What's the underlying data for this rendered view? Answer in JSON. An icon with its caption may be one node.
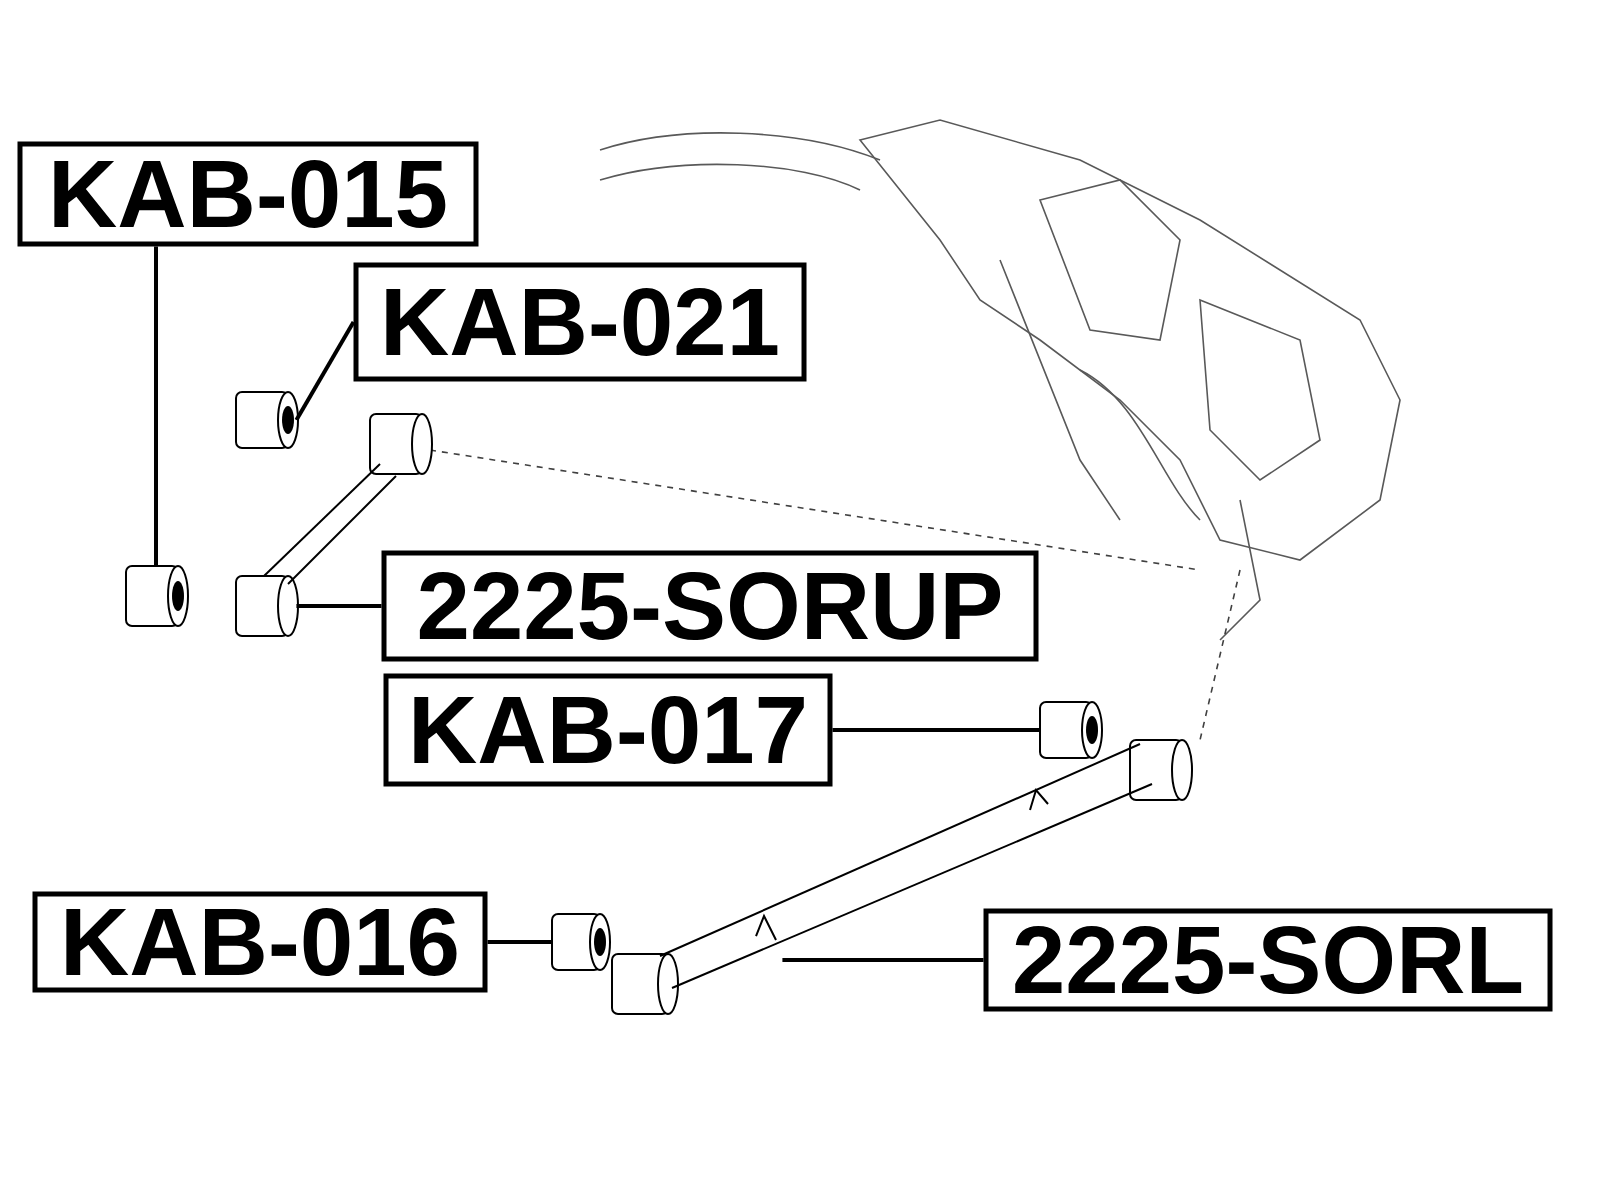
{
  "diagram": {
    "nodes": [
      {
        "text": [
          "KAB-015"
        ]
      },
      {
        "text": [
          "KAB-021"
        ]
      },
      {
        "text": [
          "2225-SORUP"
        ]
      },
      {
        "text": [
          "KAB-017"
        ]
      },
      {
        "text": [
          "KAB-016"
        ]
      },
      {
        "text": [
          "2225-SORL"
        ]
      },
      {
        "text": [],
        "shape": "cylinder"
      },
      {
        "text": [],
        "shape": "cylinder"
      },
      {
        "text": [],
        "shape": "picture"
      },
      {
        "text": [],
        "shape": "cylinder"
      },
      {
        "text": [],
        "shape": "picture"
      },
      {
        "text": [],
        "shape": "cylinder"
      }
    ],
    "edges": [
      {
        "from": 0,
        "to": 6,
        "arrow": "none"
      },
      {
        "from": 1,
        "to": 7,
        "arrow": "none"
      },
      {
        "from": 2,
        "to": 8,
        "arrow": "none"
      },
      {
        "from": 3,
        "to": 11,
        "arrow": "none"
      },
      {
        "from": 4,
        "to": 9,
        "arrow": "none"
      },
      {
        "from": 5,
        "to": 10,
        "arrow": "none"
      }
    ]
  }
}
